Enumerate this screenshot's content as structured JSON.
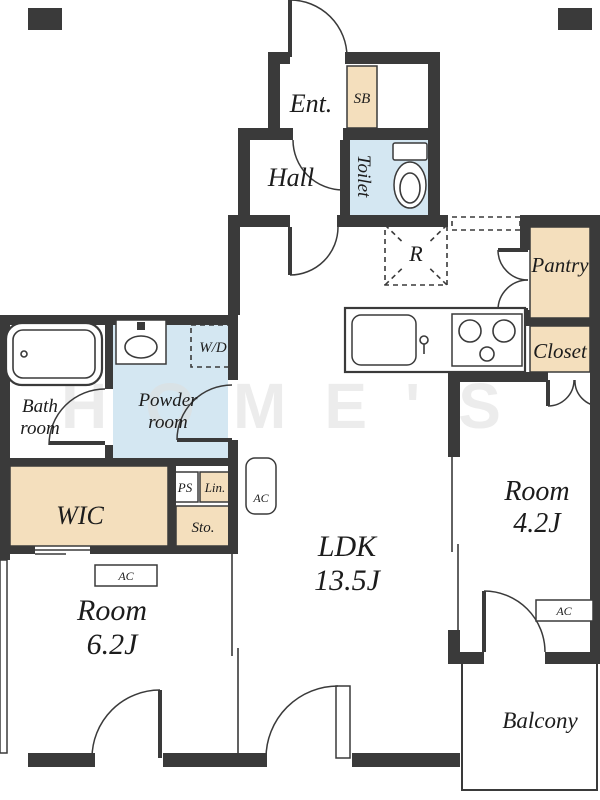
{
  "colors": {
    "wall": "#3a3a3a",
    "beige": "#f4dfbd",
    "blue": "#d4e7f2",
    "label": "#1c1c1c",
    "wm": "#dedede",
    "bg": "#ffffff"
  },
  "watermark": "HOME'S",
  "rooms": {
    "entrance": {
      "label": "Ent."
    },
    "shoe_box": {
      "label": "SB"
    },
    "hall": {
      "label": "Hall"
    },
    "toilet": {
      "label": "Toilet"
    },
    "refrigerator": {
      "label": "R"
    },
    "pantry": {
      "label": "Pantry"
    },
    "closet": {
      "label": "Closet"
    },
    "bath": {
      "label": "Bath",
      "label2": "room"
    },
    "powder": {
      "label": "Powder",
      "label2": "room"
    },
    "washer_dryer": {
      "label": "W/D"
    },
    "wic": {
      "label": "WIC"
    },
    "ps": {
      "label": "PS"
    },
    "linen": {
      "label": "Lin."
    },
    "storage": {
      "label": "Sto."
    },
    "ac": {
      "label": "AC"
    },
    "ldk": {
      "label": "LDK",
      "size": "13.5J"
    },
    "room_main": {
      "label": "Room",
      "size": "6.2J"
    },
    "room_sub": {
      "label": "Room",
      "size": "4.2J"
    },
    "balcony": {
      "label": "Balcony"
    }
  }
}
